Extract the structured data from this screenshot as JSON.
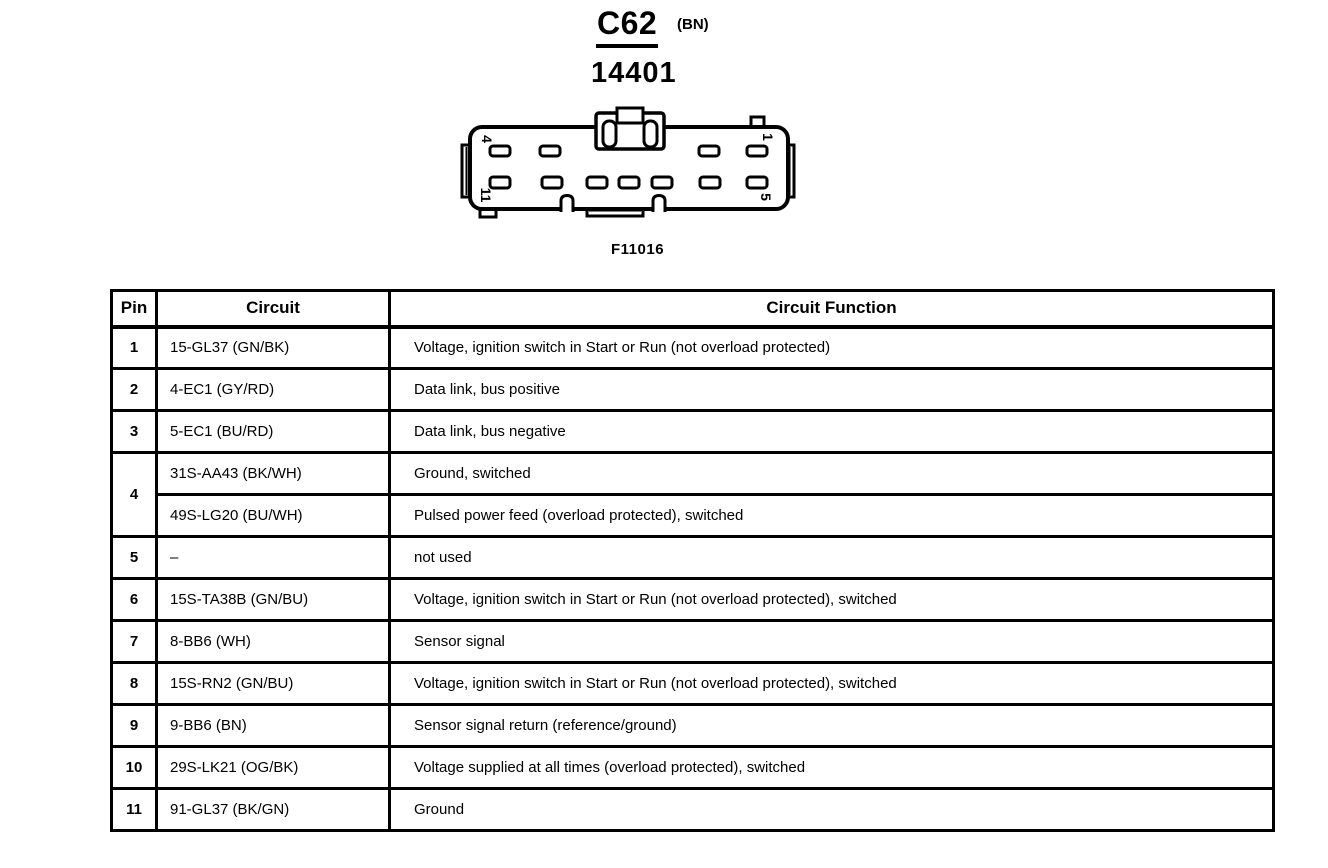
{
  "header": {
    "connector_id": "C62",
    "color_code": "(BN)",
    "part_number": "14401"
  },
  "diagram": {
    "figure_label": "F11016",
    "corner_labels": {
      "top_left": "4",
      "top_right": "1",
      "bottom_left": "11",
      "bottom_right": "5"
    }
  },
  "table": {
    "headers": {
      "pin": "Pin",
      "circuit": "Circuit",
      "function": "Circuit Function"
    },
    "rows": [
      {
        "pin": "1",
        "circuit": "15-GL37 (GN/BK)",
        "function": "Voltage, ignition switch in Start or Run (not overload protected)"
      },
      {
        "pin": "2",
        "circuit": "4-EC1 (GY/RD)",
        "function": "Data link, bus positive"
      },
      {
        "pin": "3",
        "circuit": "5-EC1 (BU/RD)",
        "function": "Data link, bus negative"
      },
      {
        "pin": "4",
        "circuit": "31S-AA43 (BK/WH)",
        "function": "Ground, switched"
      },
      {
        "pin": "",
        "circuit": "49S-LG20 (BU/WH)",
        "function": "Pulsed power feed (overload protected), switched"
      },
      {
        "pin": "5",
        "circuit": "–",
        "function": "not used"
      },
      {
        "pin": "6",
        "circuit": "15S-TA38B (GN/BU)",
        "function": "Voltage, ignition switch in Start or Run (not overload protected), switched"
      },
      {
        "pin": "7",
        "circuit": "8-BB6 (WH)",
        "function": "Sensor signal"
      },
      {
        "pin": "8",
        "circuit": "15S-RN2 (GN/BU)",
        "function": "Voltage, ignition switch in Start or Run (not overload protected), switched"
      },
      {
        "pin": "9",
        "circuit": "9-BB6 (BN)",
        "function": "Sensor signal return (reference/ground)"
      },
      {
        "pin": "10",
        "circuit": "29S-LK21 (OG/BK)",
        "function": "Voltage supplied at all times (overload protected), switched"
      },
      {
        "pin": "11",
        "circuit": "91-GL37 (BK/GN)",
        "function": "Ground"
      }
    ]
  },
  "colors": {
    "ink": "#000000",
    "paper": "#ffffff"
  }
}
